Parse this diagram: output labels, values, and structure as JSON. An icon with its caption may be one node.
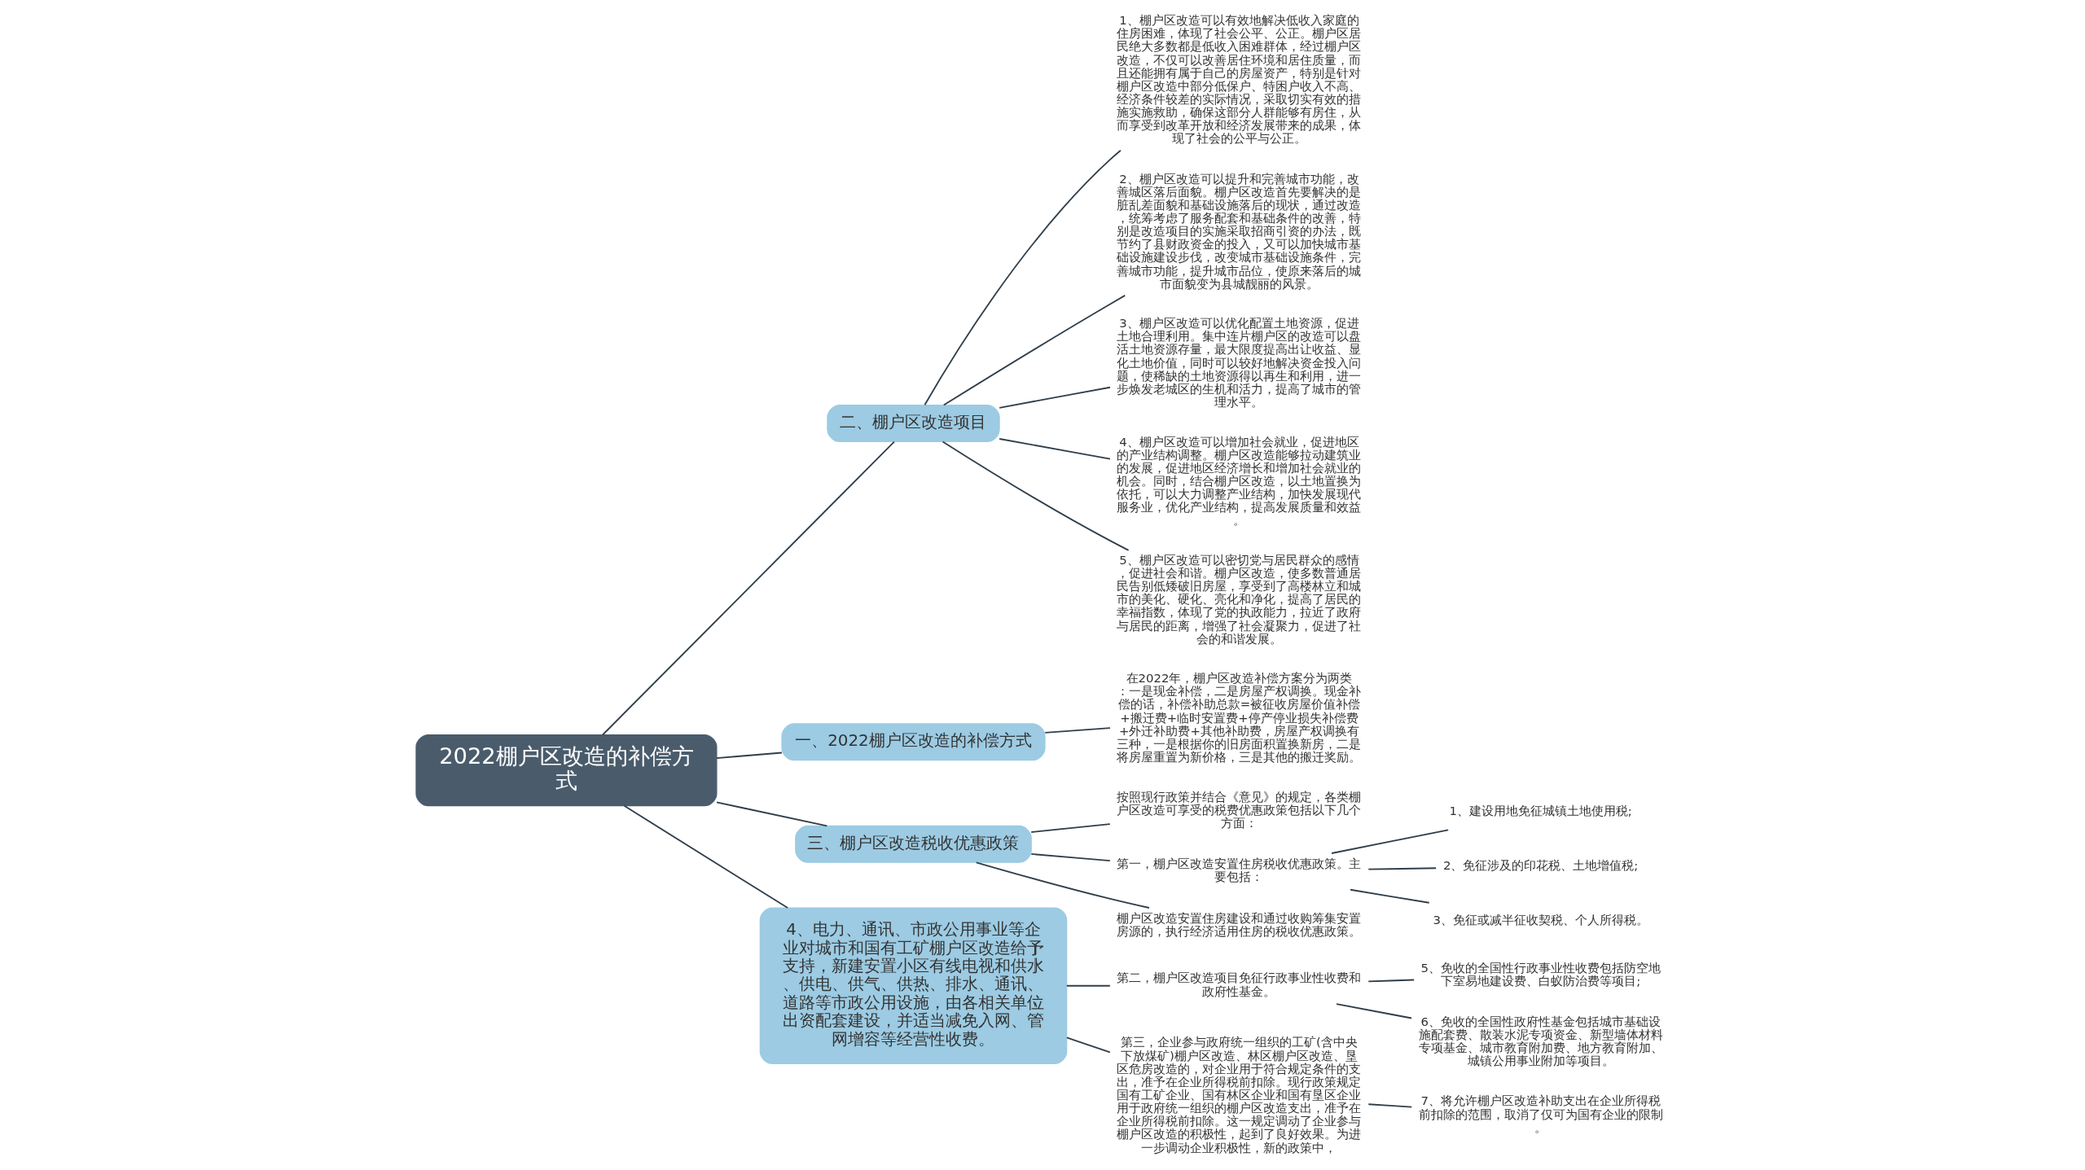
{
  "diagram": {
    "nodes": [
      {
        "text": [
          "2022棚户区改造的补偿方式"
        ]
      },
      {
        "text": [
          "二、棚户区改造项目"
        ]
      },
      {
        "text": [
          "1、棚户区改造可以有效地解决低收入家庭的住房困难，体现了社会公平、公正。棚户区居民绝大多数都是低收入困难群体，经过棚户区改造，不仅可以改善居住环境和居住质量，而且还能拥有属于自己的房屋资产，特别是针对棚户区改造中部分低保户、特困户收入不高、经济条件较差的实际情况，采取切实有效的措施实施救助，确保这部分人群能够有房住，从而享受到改革开放和经济发展带来的成果，体现了社会的公平与公正。"
        ]
      },
      {
        "text": [
          "2、棚户区改造可以提升和完善城市功能，改善城区落后面貌。棚户区改造首先要解决的是脏乱差面貌和基础设施落后的现状，通过改造，统筹考虑了服务配套和基础条件的改善，特别是改造项目的实施采取招商引资的办法，既节约了县财政资金的投入，又可以加快城市基础设施建设步伐，改变城市基础设施条件，完善城市功能，提升城市品位，使原来落后的城市面貌变为县城靓丽的风景。"
        ]
      },
      {
        "text": [
          "3、棚户区改造可以优化配置土地资源，促进土地合理利用。集中连片棚户区的改造可以盘活土地资源存量，最大限度提高出让收益、显化土地价值，同时可以较好地解决资金投入问题，使稀缺的土地资源得以再生和利用，进一步焕发老城区的生机和活力，提高了城市的管理水平。"
        ]
      },
      {
        "text": [
          "4、棚户区改造可以增加社会就业，促进地区的产业结构调整。棚户区改造能够拉动建筑业的发展，促进地区经济增长和增加社会就业的机会。同时，结合棚户区改造，以土地置换为依托，可以大力调整产业结构，加快发展现代服务业，优化产业结构，提高发展质量和效益。"
        ]
      },
      {
        "text": [
          "5、棚户区改造可以密切党与居民群众的感情，促进社会和谐。棚户区改造，使多数普通居民告别低矮破旧房屋，享受到了高楼林立和城市的美化、硬化、亮化和净化，提高了居民的幸福指数，体现了党的执政能力，拉近了政府与居民的距离，增强了社会凝聚力，促进了社会的和谐发展。"
        ]
      },
      {
        "text": [
          "一、2022棚户区改造的补偿方式"
        ]
      },
      {
        "text": [
          "在2022年，棚户区改造补偿方案分为两类：一是现金补偿，二是房屋产权调换。现金补偿的话，补偿补助总款=被征收房屋价值补偿+搬迁费+临时安置费+停产停业损失补偿费+外迁补助费+其他补助费，房屋产权调换有三种，一是根据你的旧房面积置换新房，二是将房屋重置为新价格，三是其他的搬迁奖励。"
        ]
      },
      {
        "text": [
          "三、棚户区改造税收优惠政策"
        ]
      },
      {
        "text": [
          "按照现行政策并结合《意见》的规定，各类棚户区改造可享受的税费优惠政策包括以下几个方面："
        ]
      },
      {
        "text": [
          "第一，棚户区改造安置住房税收优惠政策。主要包括："
        ]
      },
      {
        "text": [
          "1、建设用地免征城镇土地使用税;"
        ]
      },
      {
        "text": [
          "2、免征涉及的印花税、土地增值税;"
        ]
      },
      {
        "text": [
          "3、免征或减半征收契税、个人所得税。"
        ]
      },
      {
        "text": [
          "棚户区改造安置住房建设和通过收购筹集安置房源的，执行经济适用住房的税收优惠政策。"
        ]
      },
      {
        "text": [
          "4、电力、通讯、市政公用事业等企业对城市和国有工矿棚户区改造给予支持，新建安置小区有线电视和供水、供电、供气、供热、排水、通讯、道路等市政公用设施，由各相关单位出资配套建设，并适当减免入网、管网增容等经营性收费。"
        ]
      },
      {
        "text": [
          "第二，棚户区改造项目免征行政事业性收费和政府性基金。"
        ]
      },
      {
        "text": [
          "5、免收的全国性行政事业性收费包括防空地下室易地建设费、白蚁防治费等项目;"
        ]
      },
      {
        "text": [
          "6、免收的全国性政府性基金包括城市基础设施配套费、散装水泥专项资金、新型墙体材料专项基金、城市教育附加费、地方教育附加、城镇公用事业附加等项目。"
        ]
      },
      {
        "text": [
          "第三，企业参与政府统一组织的工矿(含中央下放煤矿)棚户区改造、林区棚户区改造、垦区危房改造的，对企业用于符合规定条件的支出，准予在企业所得税前扣除。现行政策规定国有工矿企业、国有林区企业和国有垦区企业用于政府统一组织的棚户区改造支出，准予在企业所得税前扣除。这一规定调动了企业参与棚户区改造的积极性，起到了良好效果。为进一步调动企业积极性，新的政策中，"
        ]
      },
      {
        "text": [
          "7、将允许棚户区改造补助支出在企业所得税前扣除的范围，取消了仅可为国有企业的限制。"
        ]
      }
    ],
    "edges": [
      {
        "from": 0,
        "to": 1,
        "arrow": "none"
      },
      {
        "from": 1,
        "to": 2,
        "arrow": "none"
      },
      {
        "from": 1,
        "to": 3,
        "arrow": "none"
      },
      {
        "from": 1,
        "to": 4,
        "arrow": "none"
      },
      {
        "from": 1,
        "to": 5,
        "arrow": "none"
      },
      {
        "from": 1,
        "to": 6,
        "arrow": "none"
      },
      {
        "from": 0,
        "to": 7,
        "arrow": "none"
      },
      {
        "from": 7,
        "to": 8,
        "arrow": "none"
      },
      {
        "from": 0,
        "to": 9,
        "arrow": "none"
      },
      {
        "from": 9,
        "to": 10,
        "arrow": "none"
      },
      {
        "from": 9,
        "to": 11,
        "arrow": "none"
      },
      {
        "from": 11,
        "to": 12,
        "arrow": "none"
      },
      {
        "from": 11,
        "to": 13,
        "arrow": "none"
      },
      {
        "from": 11,
        "to": 14,
        "arrow": "none"
      },
      {
        "from": 9,
        "to": 15,
        "arrow": "none"
      },
      {
        "from": 0,
        "to": 16,
        "arrow": "none"
      },
      {
        "from": 16,
        "to": 17,
        "arrow": "none"
      },
      {
        "from": 17,
        "to": 18,
        "arrow": "none"
      },
      {
        "from": 17,
        "to": 19,
        "arrow": "none"
      },
      {
        "from": 16,
        "to": 20,
        "arrow": "none"
      },
      {
        "from": 20,
        "to": 21,
        "arrow": "none"
      }
    ]
  }
}
